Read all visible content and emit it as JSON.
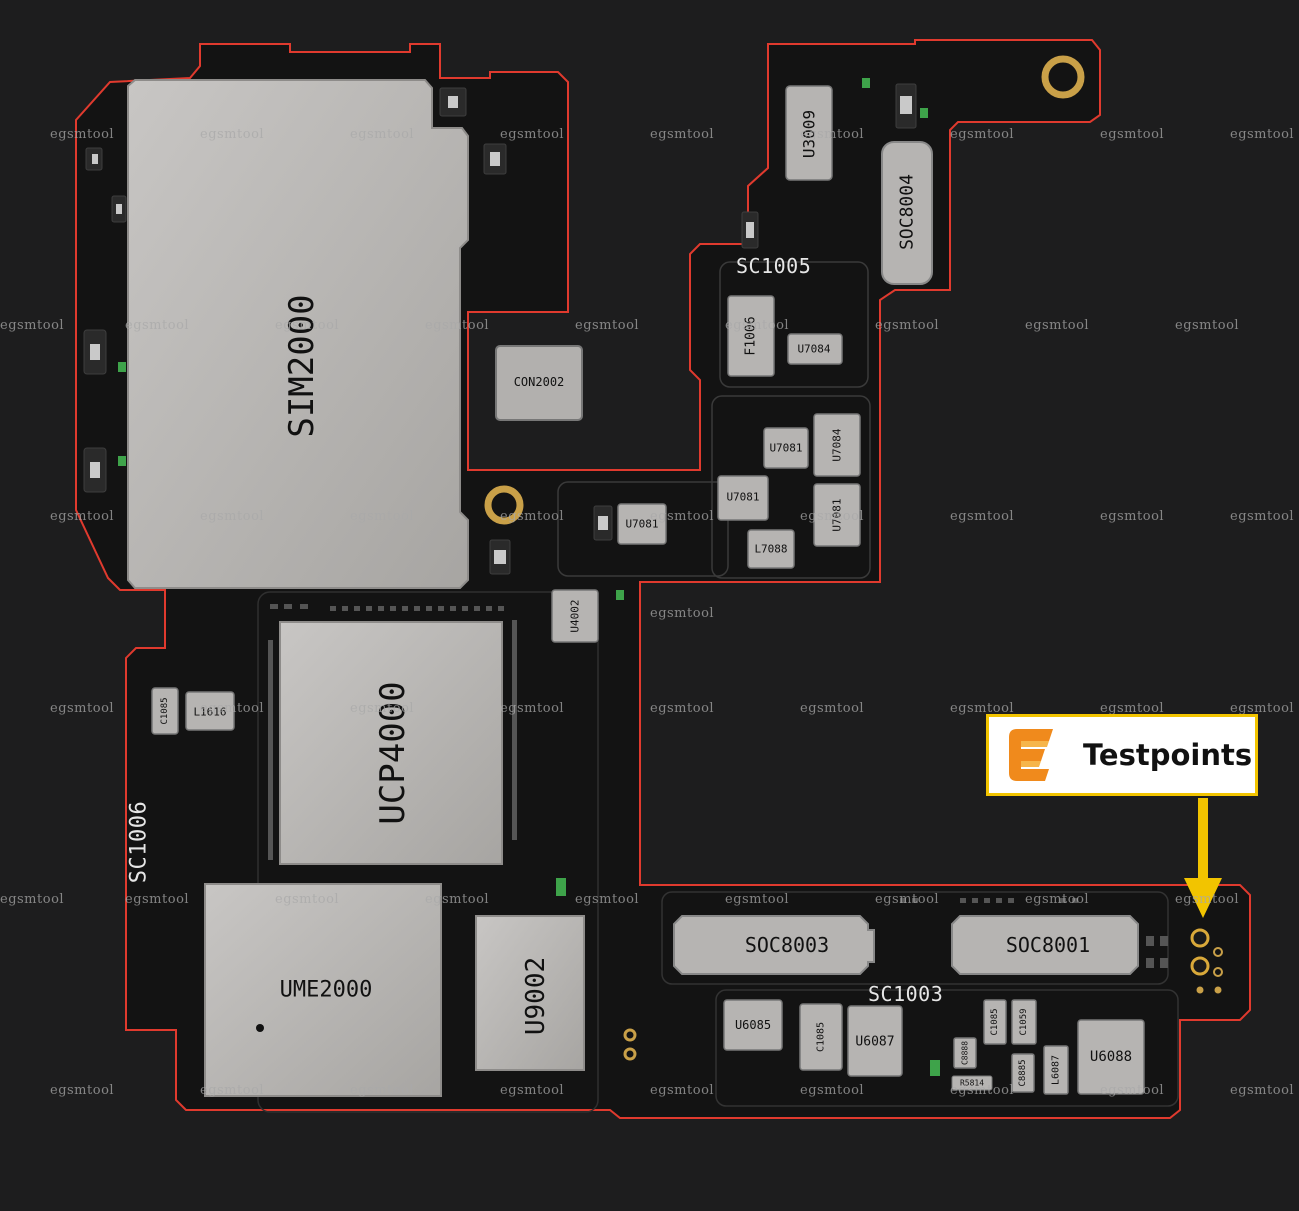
{
  "labels": {
    "sim": "SIM2000",
    "con": "CON2002",
    "u3009": "U3009",
    "soc8004": "SOC8004",
    "sc1005": "SC1005",
    "f1006": "F1006",
    "u7084a": "U7084",
    "u7081a": "U7081",
    "u7084b": "U7084",
    "u7081b": "U7081",
    "u7081c": "U7081",
    "u7081d": "U7081",
    "l7088": "L7088",
    "u4002": "U4002",
    "c1085a": "C1085",
    "l1616": "L1616",
    "ucp": "UCP4000",
    "sc1006": "SC1006",
    "ume": "UME2000",
    "u9002": "U9002",
    "soc8003": "SOC8003",
    "soc8001": "SOC8001",
    "sc1003": "SC1003",
    "u6085": "U6085",
    "c1085b": "C1085",
    "u6087": "U6087",
    "c1085c": "C1085",
    "c1059": "C1059",
    "c8885": "C8885",
    "l6087": "L6087",
    "r5814": "R5814",
    "c6888": "C8888",
    "u6088": "U6088"
  },
  "watermark": "egsmtool",
  "callout": {
    "text": "Testpoints",
    "logo_icon": "e-logo-icon",
    "arrow_icon": "arrow-down-icon",
    "accent": "#f2c400"
  },
  "colors": {
    "background": "#1d1d1e",
    "board": "#141414",
    "outline": "#e03a2e",
    "shield": "#b8b6b4",
    "gold": "#c9a048"
  }
}
